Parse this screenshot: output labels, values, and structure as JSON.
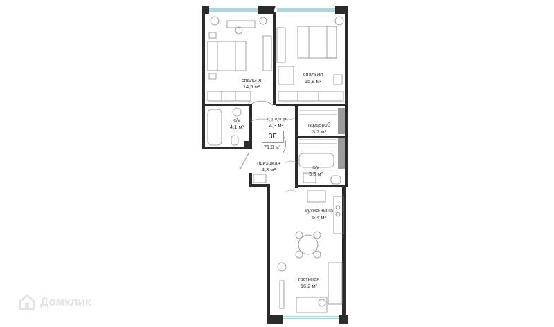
{
  "apartment": {
    "code": "3E",
    "area": "71,8 м²"
  },
  "rooms": [
    {
      "id": "bedroom-1",
      "name": "спальня",
      "area": "14,5 м²"
    },
    {
      "id": "bedroom-2",
      "name": "спальня",
      "area": "15,8 м²"
    },
    {
      "id": "bathroom-1",
      "name": "с/у",
      "area": "4,1 м²"
    },
    {
      "id": "corridor",
      "name": "коридор",
      "area": "4,3 м²"
    },
    {
      "id": "wardrobe",
      "name": "гардероб",
      "area": "3,7 м²"
    },
    {
      "id": "hall",
      "name": "прихожая",
      "area": "4,3 м²"
    },
    {
      "id": "bathroom-2",
      "name": "с/у",
      "area": "3,5 м²"
    },
    {
      "id": "kitchen",
      "name": "кухня-ниша",
      "area": "5,4 м²"
    },
    {
      "id": "living",
      "name": "гостиная",
      "area": "16,2 м²"
    }
  ],
  "watermark": {
    "text": "Домклик",
    "icon": "house-logo-icon"
  },
  "colors": {
    "wall": "#2b2b2b",
    "furniture": "#8a8a8a",
    "window": "#6ac4cf",
    "accent_fill": "#9b9b9b"
  }
}
